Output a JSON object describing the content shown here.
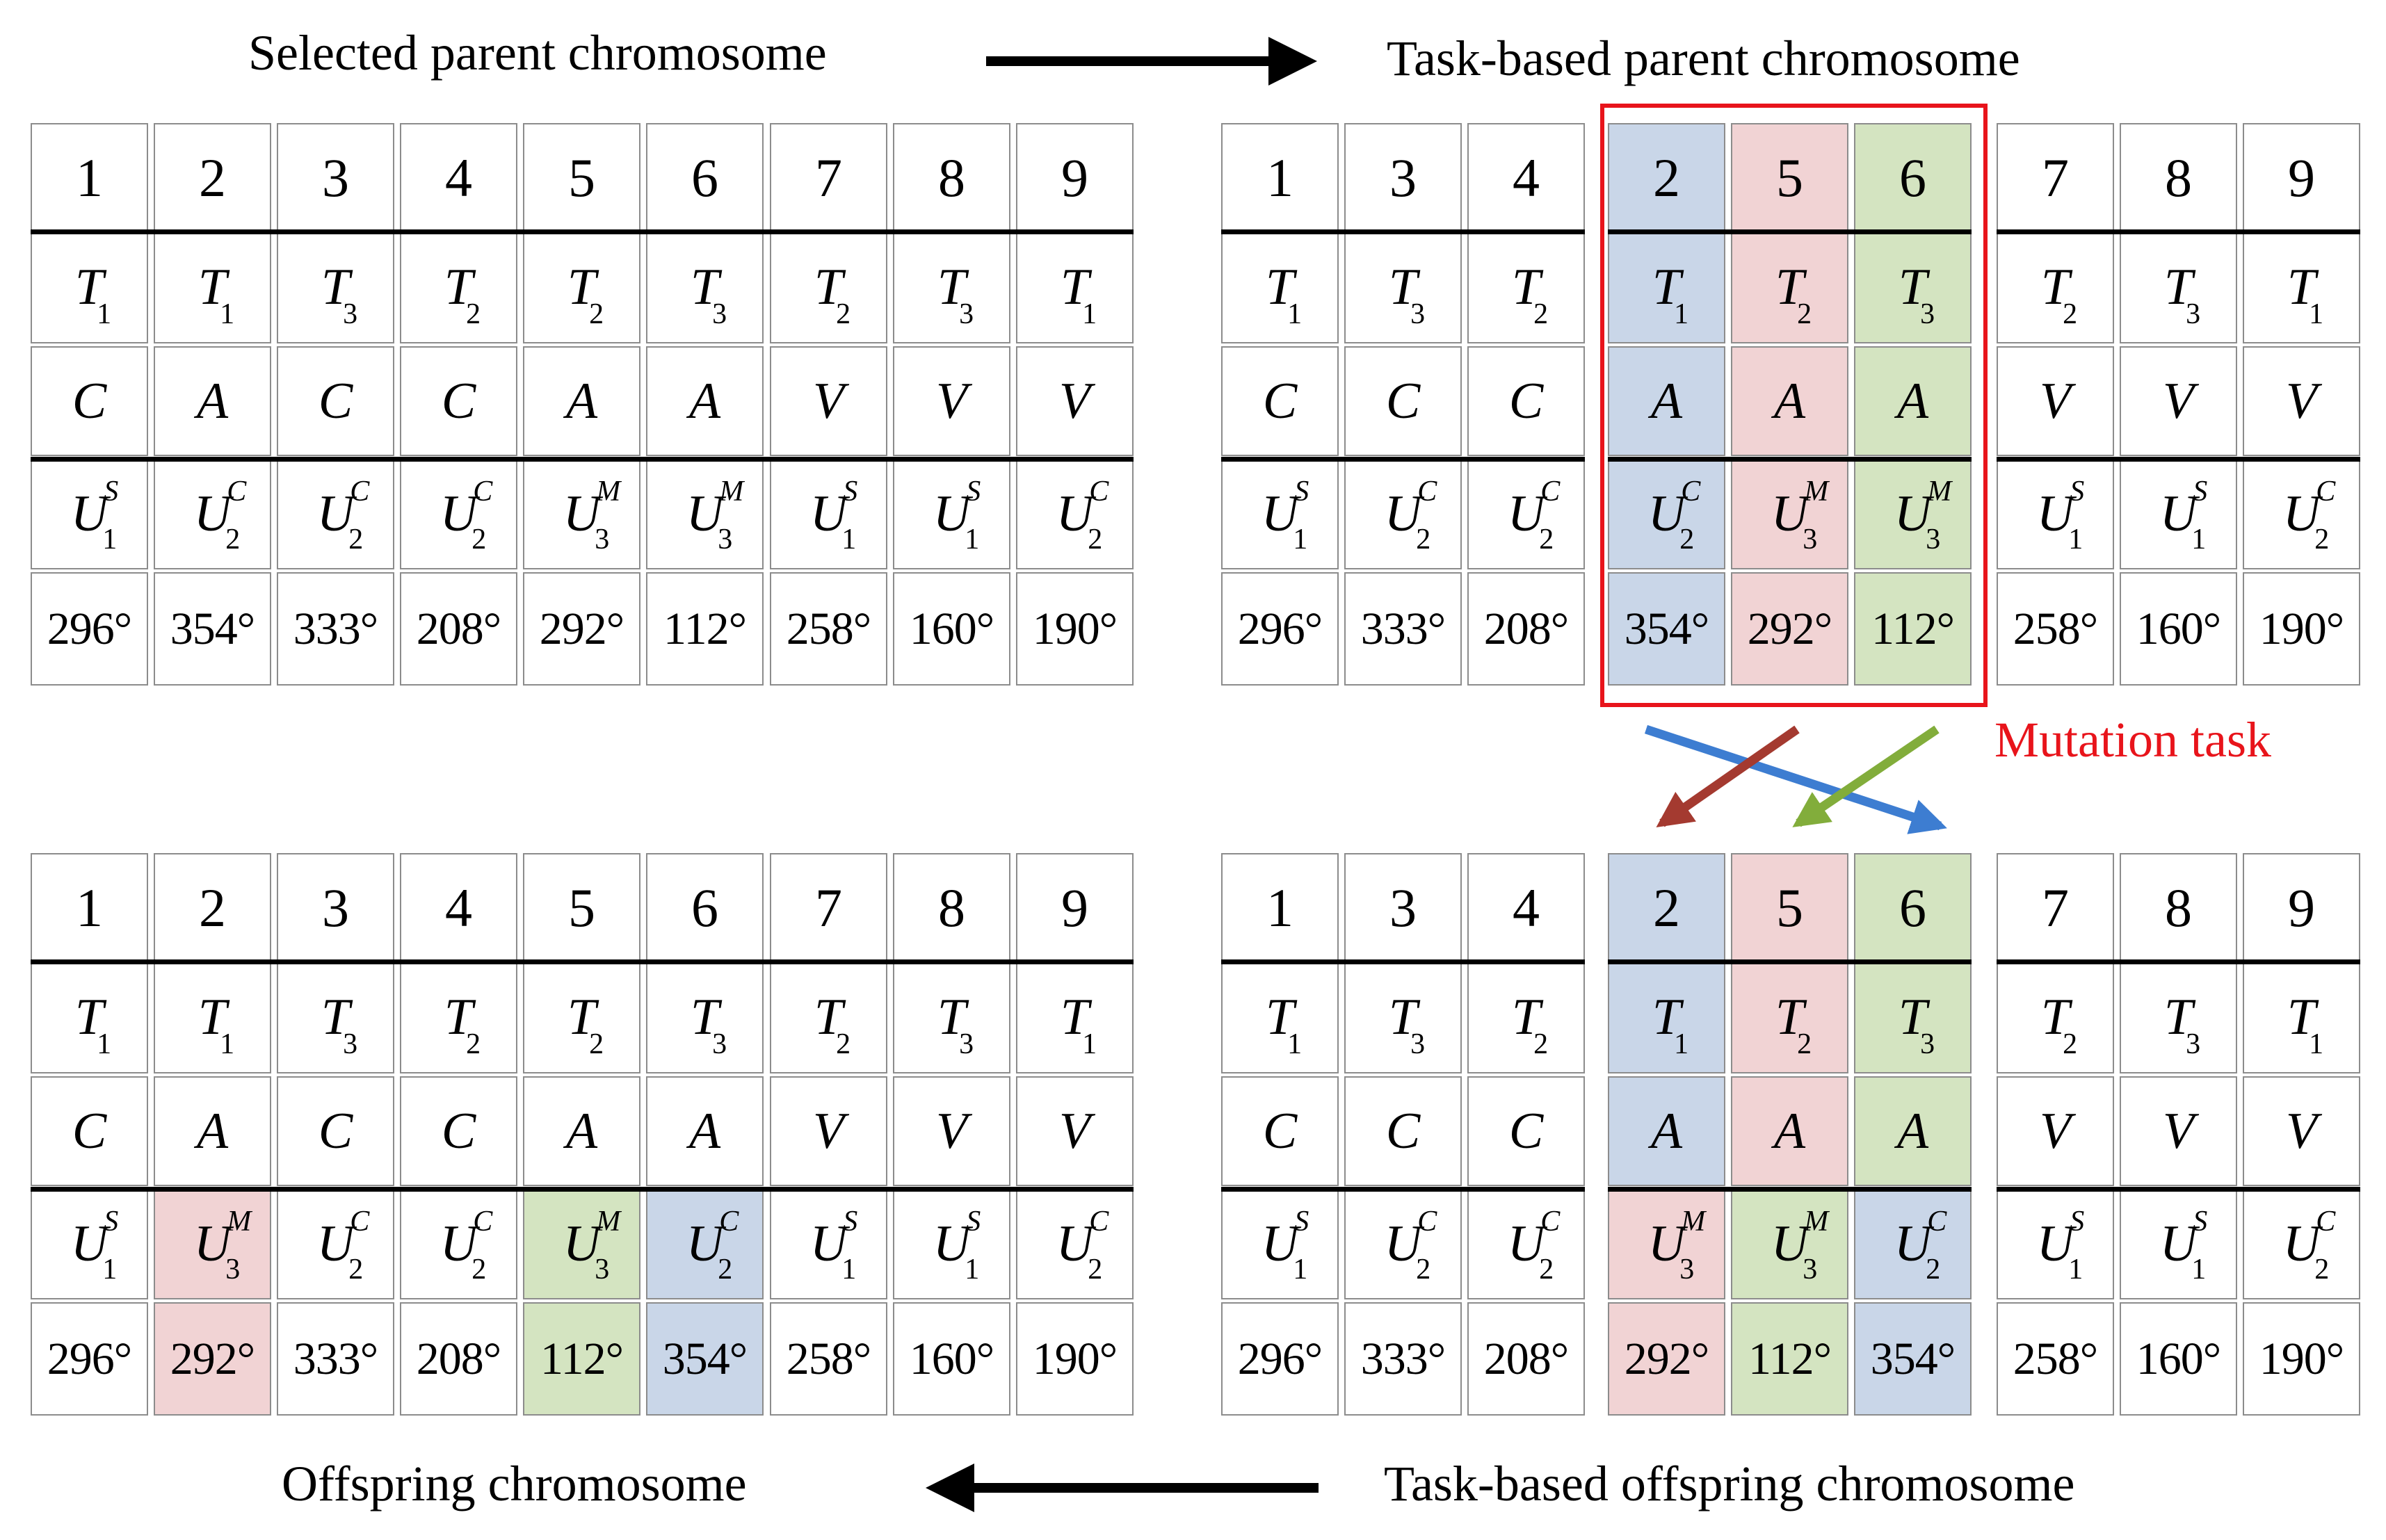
{
  "labels": {
    "selected_parent": "Selected parent chromosome",
    "task_parent": "Task-based parent chromosome",
    "offspring": "Offspring chromosome",
    "task_offspring": "Task-based offspring chromosome",
    "mutation_task": "Mutation task"
  },
  "colors": {
    "blue": "#c9d6e8",
    "red": "#f1d3d4",
    "green": "#d4e4c1",
    "box": "#e8141b",
    "arrow_blue": "#3d7dd1",
    "arrow_red": "#a43a30",
    "arrow_green": "#82ad3b"
  },
  "grids": [
    {
      "name": "selected-parent-grid",
      "columns": [
        {
          "n": "1",
          "t": "1",
          "m": "C",
          "u": "S",
          "us": "1",
          "d": "296°"
        },
        {
          "n": "2",
          "t": "1",
          "m": "A",
          "u": "C",
          "us": "2",
          "d": "354°"
        },
        {
          "n": "3",
          "t": "3",
          "m": "C",
          "u": "C",
          "us": "2",
          "d": "333°"
        },
        {
          "n": "4",
          "t": "2",
          "m": "C",
          "u": "C",
          "us": "2",
          "d": "208°"
        },
        {
          "n": "5",
          "t": "2",
          "m": "A",
          "u": "M",
          "us": "3",
          "d": "292°"
        },
        {
          "n": "6",
          "t": "3",
          "m": "A",
          "u": "M",
          "us": "3",
          "d": "112°"
        },
        {
          "n": "7",
          "t": "2",
          "m": "V",
          "u": "S",
          "us": "1",
          "d": "258°"
        },
        {
          "n": "8",
          "t": "3",
          "m": "V",
          "u": "S",
          "us": "1",
          "d": "160°"
        },
        {
          "n": "9",
          "t": "1",
          "m": "V",
          "u": "C",
          "us": "2",
          "d": "190°"
        }
      ]
    },
    {
      "name": "task-based-parent-grid",
      "columns": [
        {
          "n": "1",
          "t": "1",
          "m": "C",
          "u": "S",
          "us": "1",
          "d": "296°"
        },
        {
          "n": "3",
          "t": "3",
          "m": "C",
          "u": "C",
          "us": "2",
          "d": "333°"
        },
        {
          "n": "4",
          "t": "2",
          "m": "C",
          "u": "C",
          "us": "2",
          "d": "208°"
        },
        {
          "n": "2",
          "t": "1",
          "m": "A",
          "u": "C",
          "us": "2",
          "d": "354°",
          "fill": "blue"
        },
        {
          "n": "5",
          "t": "2",
          "m": "A",
          "u": "M",
          "us": "3",
          "d": "292°",
          "fill": "red"
        },
        {
          "n": "6",
          "t": "3",
          "m": "A",
          "u": "M",
          "us": "3",
          "d": "112°",
          "fill": "green"
        },
        {
          "n": "7",
          "t": "2",
          "m": "V",
          "u": "S",
          "us": "1",
          "d": "258°"
        },
        {
          "n": "8",
          "t": "3",
          "m": "V",
          "u": "S",
          "us": "1",
          "d": "160°"
        },
        {
          "n": "9",
          "t": "1",
          "m": "V",
          "u": "C",
          "us": "2",
          "d": "190°"
        }
      ]
    },
    {
      "name": "offspring-grid",
      "columns": [
        {
          "n": "1",
          "t": "1",
          "m": "C",
          "u": "S",
          "us": "1",
          "d": "296°"
        },
        {
          "n": "2",
          "t": "1",
          "m": "A",
          "u": "M",
          "us": "3",
          "d": "292°",
          "bottom_fill": "red"
        },
        {
          "n": "3",
          "t": "3",
          "m": "C",
          "u": "C",
          "us": "2",
          "d": "333°"
        },
        {
          "n": "4",
          "t": "2",
          "m": "C",
          "u": "C",
          "us": "2",
          "d": "208°"
        },
        {
          "n": "5",
          "t": "2",
          "m": "A",
          "u": "M",
          "us": "3",
          "d": "112°",
          "bottom_fill": "green"
        },
        {
          "n": "6",
          "t": "3",
          "m": "A",
          "u": "C",
          "us": "2",
          "d": "354°",
          "bottom_fill": "blue"
        },
        {
          "n": "7",
          "t": "2",
          "m": "V",
          "u": "S",
          "us": "1",
          "d": "258°"
        },
        {
          "n": "8",
          "t": "3",
          "m": "V",
          "u": "S",
          "us": "1",
          "d": "160°"
        },
        {
          "n": "9",
          "t": "1",
          "m": "V",
          "u": "C",
          "us": "2",
          "d": "190°"
        }
      ]
    },
    {
      "name": "task-based-offspring-grid",
      "columns": [
        {
          "n": "1",
          "t": "1",
          "m": "C",
          "u": "S",
          "us": "1",
          "d": "296°"
        },
        {
          "n": "3",
          "t": "3",
          "m": "C",
          "u": "C",
          "us": "2",
          "d": "333°"
        },
        {
          "n": "4",
          "t": "2",
          "m": "C",
          "u": "C",
          "us": "2",
          "d": "208°"
        },
        {
          "n": "2",
          "t": "1",
          "m": "A",
          "u": "M",
          "us": "3",
          "d": "292°",
          "fill": "blue",
          "bottom_fill": "red"
        },
        {
          "n": "5",
          "t": "2",
          "m": "A",
          "u": "M",
          "us": "3",
          "d": "112°",
          "fill": "red",
          "bottom_fill": "green"
        },
        {
          "n": "6",
          "t": "3",
          "m": "A",
          "u": "C",
          "us": "2",
          "d": "354°",
          "fill": "green",
          "bottom_fill": "blue"
        },
        {
          "n": "7",
          "t": "2",
          "m": "V",
          "u": "S",
          "us": "1",
          "d": "258°"
        },
        {
          "n": "8",
          "t": "3",
          "m": "V",
          "u": "S",
          "us": "1",
          "d": "160°"
        },
        {
          "n": "9",
          "t": "1",
          "m": "V",
          "u": "C",
          "us": "2",
          "d": "190°"
        }
      ]
    }
  ]
}
